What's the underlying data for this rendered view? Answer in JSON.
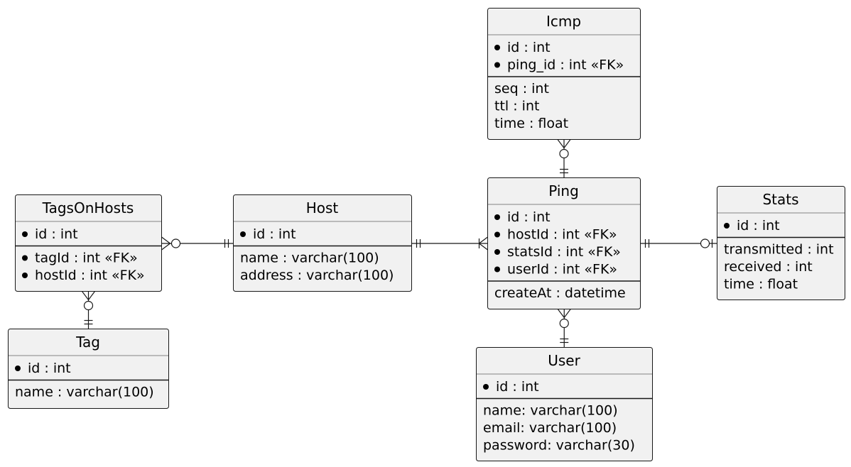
{
  "entities": {
    "icmp": {
      "title": "Icmp",
      "keys": [
        "id : int",
        "ping_id : int «FK»"
      ],
      "fields": [
        "seq : int",
        "ttl : int",
        "time : float"
      ]
    },
    "ping": {
      "title": "Ping",
      "keys": [
        "id : int",
        "hostId : int «FK»",
        "statsId : int «FK»",
        "userId : int «FK»"
      ],
      "fields": [
        "createAt : datetime"
      ]
    },
    "stats": {
      "title": "Stats",
      "keys": [
        "id : int"
      ],
      "fields": [
        "transmitted : int",
        "received : int",
        "time : float"
      ]
    },
    "host": {
      "title": "Host",
      "keys": [
        "id : int"
      ],
      "fields": [
        "name : varchar(100)",
        "address : varchar(100)"
      ]
    },
    "tagsOnHosts": {
      "title": "TagsOnHosts",
      "keys": [
        "id : int"
      ],
      "keys2": [
        "tagId : int «FK»",
        "hostId : int «FK»"
      ],
      "fields": []
    },
    "tag": {
      "title": "Tag",
      "keys": [
        "id : int"
      ],
      "fields": [
        "name : varchar(100)"
      ]
    },
    "user": {
      "title": "User",
      "keys": [
        "id : int"
      ],
      "fields": [
        "name: varchar(100)",
        "email: varchar(100)",
        "password: varchar(30)"
      ]
    }
  },
  "relationships": [
    {
      "from": "icmp",
      "to": "ping",
      "from_cardinality": "zero-or-many",
      "to_cardinality": "exactly-one"
    },
    {
      "from": "ping",
      "to": "stats",
      "from_cardinality": "exactly-one",
      "to_cardinality": "zero-or-one"
    },
    {
      "from": "ping",
      "to": "user",
      "from_cardinality": "zero-or-many",
      "to_cardinality": "exactly-one"
    },
    {
      "from": "host",
      "to": "ping",
      "from_cardinality": "exactly-one",
      "to_cardinality": "one-or-many"
    },
    {
      "from": "tagsOnHosts",
      "to": "host",
      "from_cardinality": "zero-or-many",
      "to_cardinality": "exactly-one"
    },
    {
      "from": "tagsOnHosts",
      "to": "tag",
      "from_cardinality": "zero-or-many",
      "to_cardinality": "exactly-one"
    }
  ],
  "colors": {
    "entity_fill": "#f1f1f1",
    "border": "#181818",
    "text": "#000000"
  }
}
